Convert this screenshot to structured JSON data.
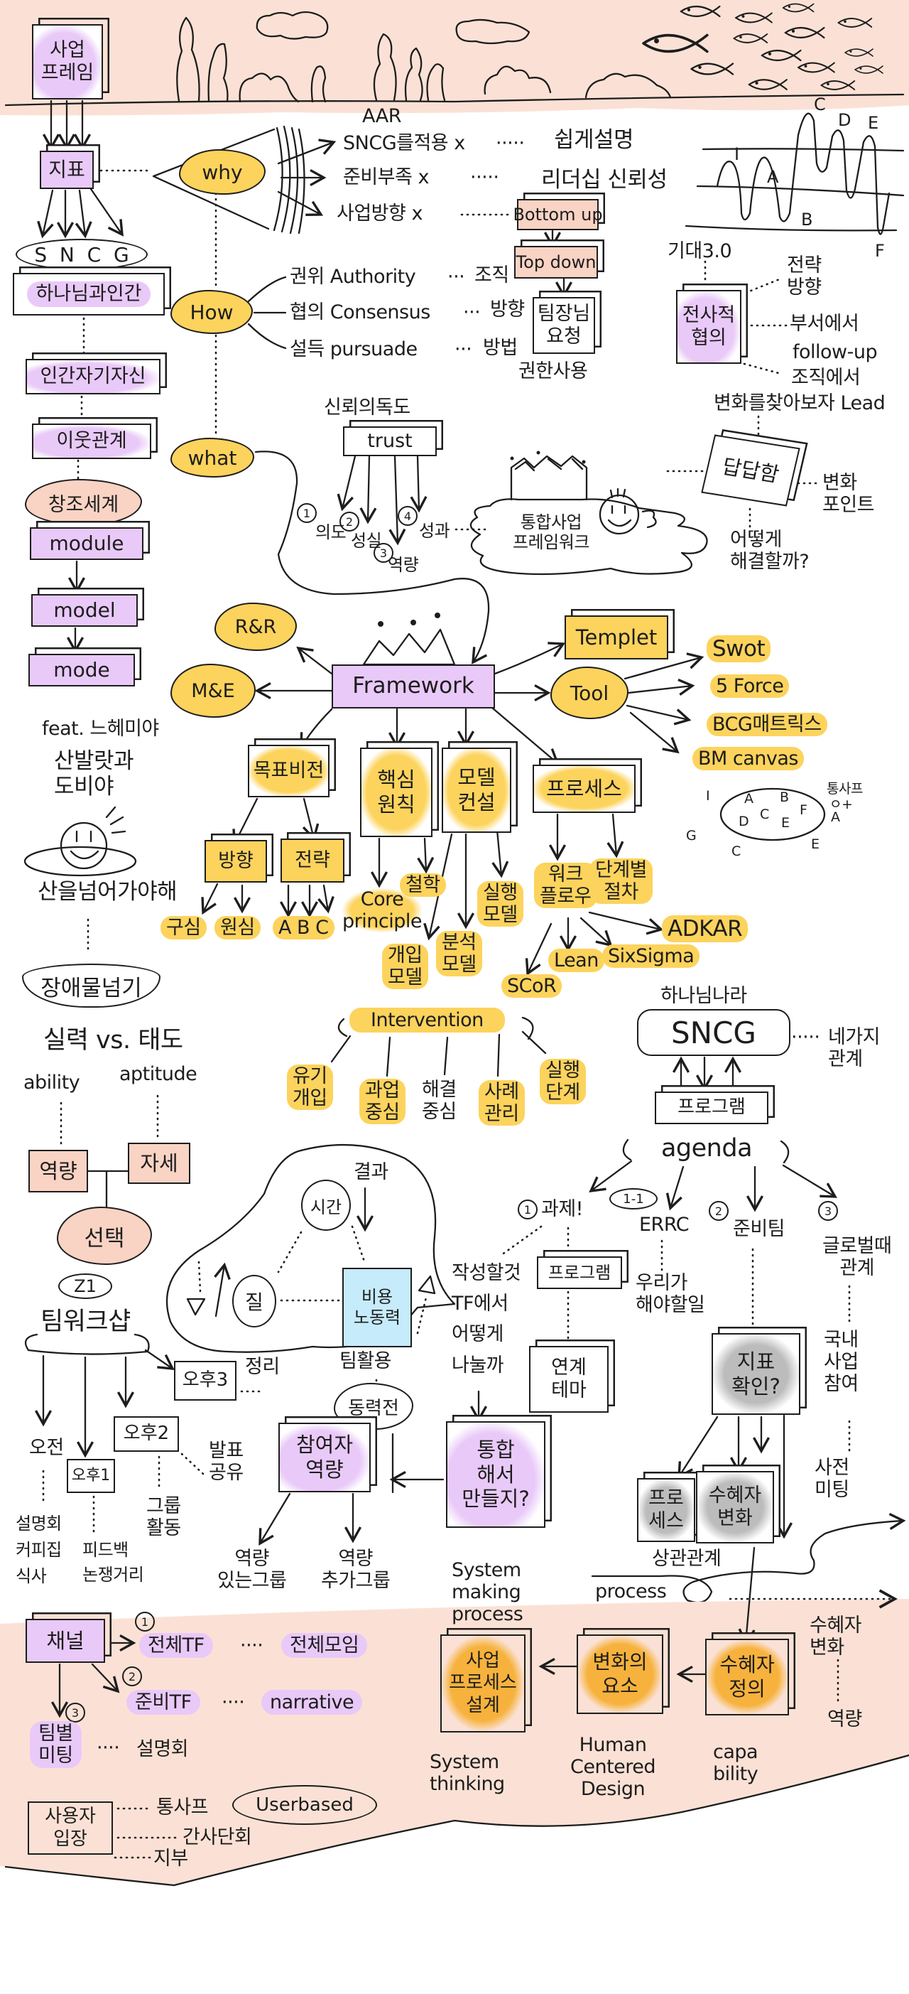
{
  "colors": {
    "pink_band": "#fbe1d5",
    "purple": "#e9c9f8",
    "yellow": "#fcd35c",
    "orange": "#f6b23c",
    "blue": "#c6ebfb",
    "gray": "#bcbcbc",
    "salmon": "#f9d3c4",
    "ink": "#1d1d1d"
  },
  "header": {
    "business_frame": "사업\n프레임"
  },
  "sncg_stack": {
    "indicator": "지표",
    "sncg": "S  N  C  G",
    "god_and_human": "하나님과인간",
    "self": "인간자기자신",
    "neighbor": "이웃관계",
    "creation": "창조세계",
    "module": "module",
    "model": "model",
    "mode": "mode"
  },
  "why": {
    "label": "why",
    "aar": "AAR",
    "dots": "·····",
    "rows": [
      {
        "text": "SNCG를적용 x",
        "note": "쉽게설명"
      },
      {
        "text": "준비부족 x",
        "note": "리더십 신뢰성"
      },
      {
        "text": "사업방향 x",
        "note": "Bottom up"
      }
    ]
  },
  "direction": {
    "top_down": "Top down",
    "leader_request": "팀장님\n요청",
    "authority_use": "권한사용"
  },
  "how": {
    "label": "How",
    "dots": "···",
    "rows": [
      {
        "text": "권위 Authority",
        "note": "조직"
      },
      {
        "text": "협의 Consensus",
        "note": "방향"
      },
      {
        "text": "설득 pursuade",
        "note": "방법"
      }
    ]
  },
  "what": {
    "label": "what"
  },
  "trust": {
    "title": "신뢰의독도",
    "label": "trust",
    "items": [
      {
        "num": "1",
        "text": "의도"
      },
      {
        "num": "2",
        "text": "성실"
      },
      {
        "num": "3",
        "text": "역량"
      },
      {
        "num": "4",
        "text": "성과"
      }
    ]
  },
  "island": {
    "label": "통합사업\n프레임워크"
  },
  "frustration": {
    "label": "답답함",
    "change_point": "변화\n포인트",
    "question": "어떻게\n해결할까?"
  },
  "wave_chart": {
    "labels": [
      "I",
      "A",
      "B",
      "C",
      "D",
      "E",
      "F"
    ]
  },
  "expectation": {
    "title": "기대3.0",
    "box": "전사적\n협의",
    "strategy": "전략\n방향",
    "dept": "부서에서",
    "followup": "follow-up",
    "org": "조직에서",
    "lead": "변화를찾아보자 Lead"
  },
  "framework": {
    "label": "Framework",
    "rr": "R&R",
    "me": "M&E",
    "templet": "Templet",
    "tool": "Tool",
    "tools": [
      "Swot",
      "5 Force",
      "BCG매트릭스",
      "BM canvas"
    ],
    "diagram": {
      "inside": [
        "A",
        "B",
        "C",
        "D",
        "E",
        "F"
      ],
      "outside": [
        "I",
        "G",
        "C",
        "E"
      ],
      "label": "통사프",
      "sub": "ㅇ+",
      "sub2": "A"
    }
  },
  "nehemiah": {
    "feat": "feat. 느헤미야",
    "enemies": "산발랏과\n도비야",
    "climb": "산을넘어가야해",
    "obstacle": "장애물넘기"
  },
  "goal_vision": {
    "label": "목표비전",
    "direction": "방향",
    "strategy": "전략",
    "leaves": [
      "구심",
      "원심",
      "A B C"
    ]
  },
  "core_principle": {
    "label": "핵심\n원칙",
    "core": "Core\nprinciple",
    "philosophy": "철학"
  },
  "model_consult": {
    "label": "모델\n컨설",
    "intervention_model": "개입\n모델",
    "analysis_model": "분석\n모델",
    "execution_model": "실행\n모델"
  },
  "process": {
    "label": "프로세스",
    "workflow": "워크\n플로우",
    "steps": "단계별\n절차",
    "methods": [
      "ADKAR",
      "Lean",
      "SixSigma",
      "SCoR"
    ]
  },
  "intervention": {
    "label": "Intervention",
    "children": [
      "유기\n개입",
      "과업\n중심",
      "해결\n중심",
      "사례\n관리",
      "실행\n단계"
    ]
  },
  "kingdom": {
    "title": "하나님나라",
    "sncg": "SNCG",
    "dots": "·····",
    "four_relations": "네가지\n관계",
    "program": "프로그램",
    "agenda": "agenda",
    "items": [
      {
        "num": "1",
        "text": "과제!"
      },
      {
        "num": "1-1",
        "text": "ERRC"
      },
      {
        "num": "2",
        "text": "준비팀"
      },
      {
        "num": "3",
        "text": "글로벌때\n관계"
      }
    ]
  },
  "ability": {
    "title": "실력 vs. 태도",
    "ability": "ability",
    "aptitude": "aptitude",
    "competence": "역량",
    "attitude": "자세",
    "choice": "선택"
  },
  "workshop": {
    "z1": "Z1",
    "label": "팀워크샵",
    "morning": "오전",
    "pm1": "오후1",
    "pm2": "오후2",
    "pm3": "오후3",
    "wrap_up": "정리",
    "presentation": "발표\n공유",
    "group_activity": "그룹\n활동",
    "briefing": "설명회\n커피집\n식사",
    "feedback": "피드백\n논쟁거리"
  },
  "tradeoff": {
    "result": "결과",
    "time": "시간",
    "quality": "질",
    "cost": "비용\n노동력",
    "team_use": "팀활용",
    "momentum": "동력전"
  },
  "participants": {
    "label": "참여자\n역량",
    "capable": "역량\n있는그룹",
    "additional": "역량\n추가그룹"
  },
  "assignment": {
    "question": "작성할것\nTF에서\n어떻게\n나눌까",
    "program": "프로그램",
    "theme": "연계\n테마",
    "integrate": "통합\n해서\n만들지?",
    "todo": "우리가\n해야할일"
  },
  "indicator_check": {
    "label": "지표\n확인?",
    "process": "프로\n세스",
    "beneficiary_change": "수혜자\n변화",
    "correlation": "상관관계",
    "domestic": "국내\n사업\n참여",
    "pre_meeting": "사전\n미팅"
  },
  "system": {
    "making": "System\nmaking\nprocess",
    "process": "process",
    "design": "사업\n프로세스\n설계",
    "change": "변화의\n요소",
    "beneficiary": "수혜자\n정의",
    "beneficiary_change": "수혜자\n변화",
    "capacity": "역량",
    "system_thinking": "System\nthinking",
    "hcd": "Human\nCentered\nDesign",
    "capability": "capa\nbility"
  },
  "channel": {
    "label": "채널",
    "dots": "····",
    "rows": [
      {
        "num": "1",
        "text": "전체TF",
        "note": "전체모임"
      },
      {
        "num": "2",
        "text": "준비TF",
        "note": "narrative"
      },
      {
        "num": "3",
        "text": "팀별\n미팅",
        "note": "설명회"
      }
    ]
  },
  "user": {
    "label": "사용자\n입장",
    "notes": [
      "통사프",
      "간사단회",
      "지부"
    ],
    "userbased": "Userbased"
  }
}
